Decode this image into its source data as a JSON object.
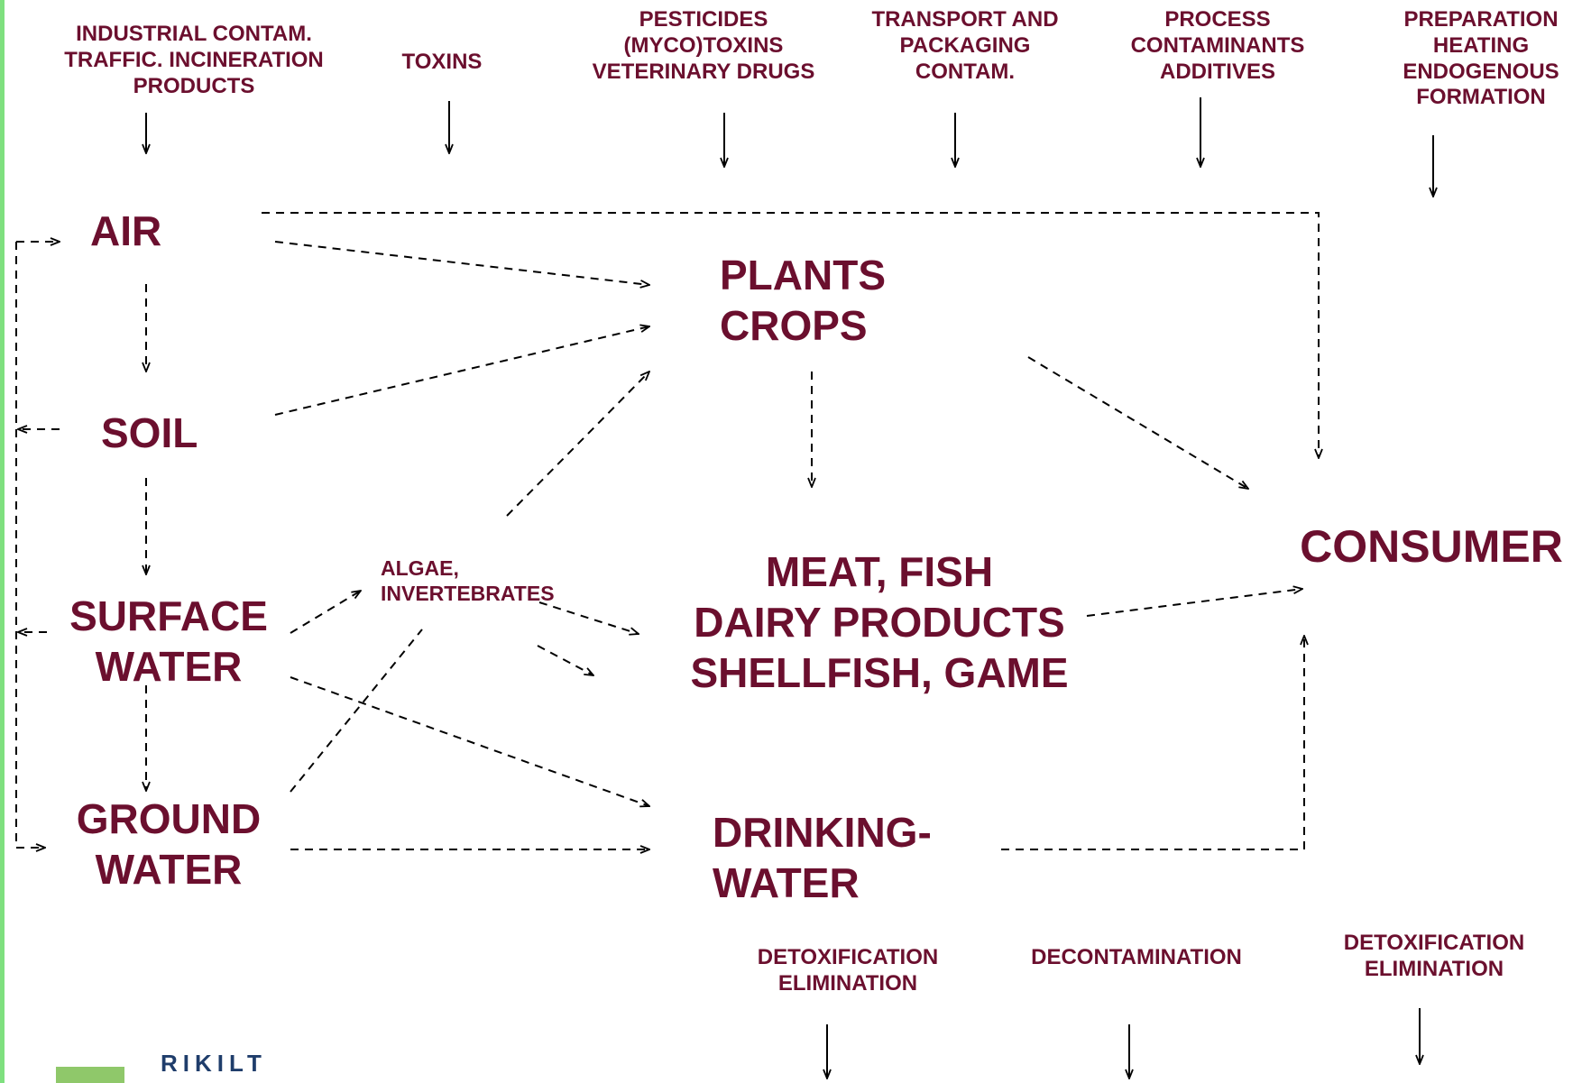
{
  "sources": {
    "industrial": "INDUSTRIAL CONTAM.\nTRAFFIC. INCINERATION\nPRODUCTS",
    "toxins": "TOXINS",
    "pesticides": "PESTICIDES\n(MYCO)TOXINS\nVETERINARY DRUGS",
    "transport": "TRANSPORT AND\nPACKAGING\nCONTAM.",
    "process": "PROCESS\nCONTAMINANTS\nADDITIVES",
    "preparation": "PREPARATION\nHEATING\nENDOGENOUS\nFORMATION"
  },
  "nodes": {
    "air": "AIR",
    "soil": "SOIL",
    "surface_water": "SURFACE\nWATER",
    "ground_water": "GROUND\nWATER",
    "plants_crops": "PLANTS\nCROPS",
    "algae": "ALGAE,\nINVERTEBRATES",
    "meat_fish": "MEAT, FISH\nDAIRY PRODUCTS\nSHELLFISH, GAME",
    "drinking_water": "DRINKING-\nWATER",
    "consumer": "CONSUMER"
  },
  "removal": {
    "detox1": "DETOXIFICATION\nELIMINATION",
    "decontamination": "DECONTAMINATION",
    "detox2": "DETOXIFICATION\nELIMINATION"
  },
  "logo": {
    "text": "RIKILT"
  },
  "colors": {
    "label": "#6b0f2e",
    "arrow": "#000000",
    "logo_green": "#8fc86a",
    "edge_green": "#7fe07f"
  }
}
